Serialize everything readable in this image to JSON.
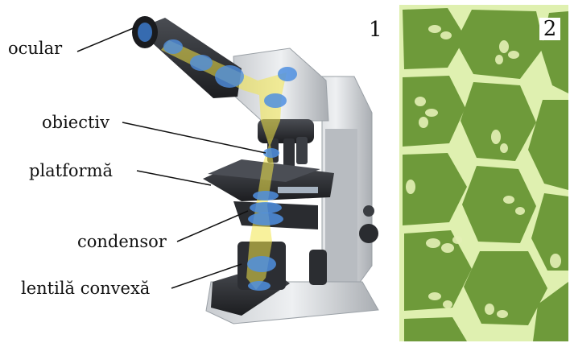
{
  "figure1": {
    "number": "1",
    "labels": {
      "ocular": "ocular",
      "objective": "obiectiv",
      "stage": "platformă",
      "condenser": "condensor",
      "lens": "lentilă convexă"
    }
  },
  "figure2": {
    "number": "2"
  },
  "colors": {
    "microscope_body": "#d9dbdd",
    "microscope_dark": "#2b2d31",
    "light_path": "#f2e54a",
    "lens_blue": "#4f8fe0",
    "cell_wall": "#dff0b0",
    "cell_interior": "#6e9a3a",
    "chloroplast": "#e4f0b6"
  }
}
